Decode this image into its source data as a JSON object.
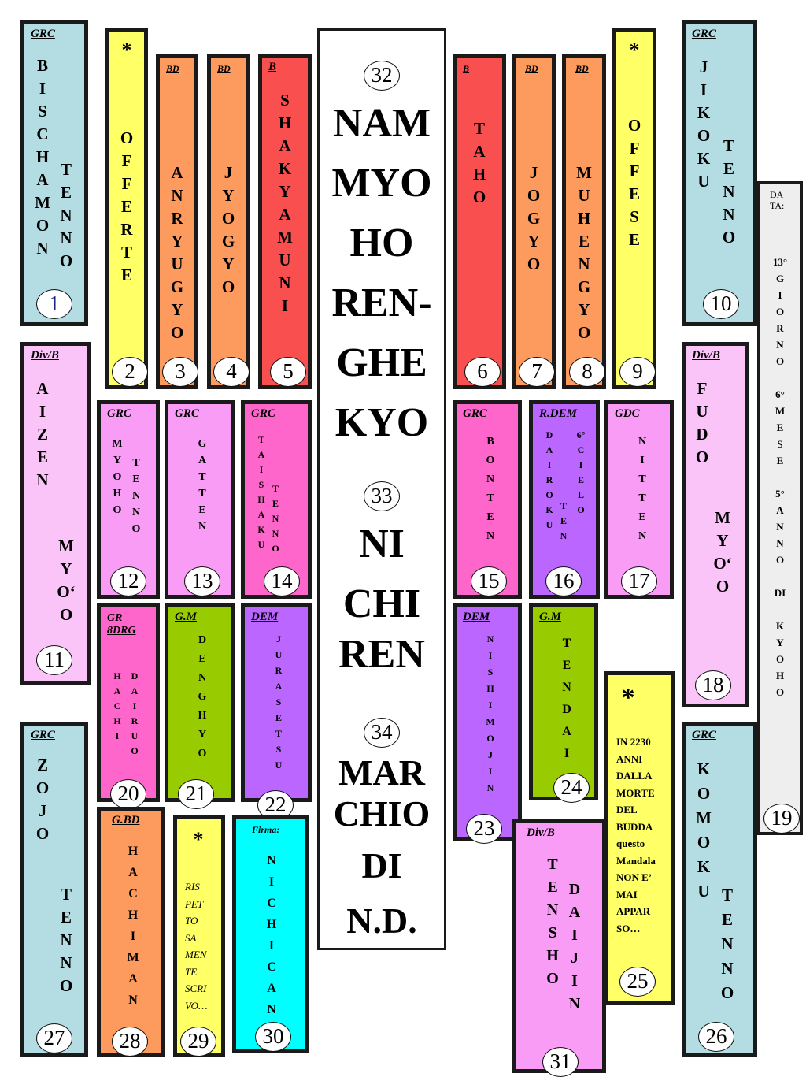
{
  "colors": {
    "light_blue": "#b4dde3",
    "yellow": "#ffff66",
    "orange": "#fd9a5e",
    "red": "#fa4f4f",
    "pink_light": "#fbc4f8",
    "pink": "#f89cf6",
    "magenta": "#ff66cc",
    "purple": "#bb66ff",
    "lime": "#99cc00",
    "cyan": "#00ffff",
    "grey": "#eeeeee",
    "white": "#ffffff"
  },
  "boxes": {
    "b1": {
      "header": "GRC",
      "col_a": "B\nI\nS\nC\nH\nA\nM\nO\nN",
      "col_b": "T\nE\nN\nN\nO",
      "num": "1"
    },
    "b2": {
      "star": "*",
      "text": "O\nF\nF\nE\nR\nT\nE",
      "num": "2"
    },
    "b3": {
      "header": "BD",
      "text": "A\nN\nR\nY\nU\nG\nY\nO",
      "num": "3"
    },
    "b4": {
      "header": "BD",
      "text": "J\nY\nO\nG\nY\nO",
      "num": "4"
    },
    "b5": {
      "header": "B",
      "text": "S\nH\nA\nK\nY\nA\nM\nU\nN\nI",
      "num": "5"
    },
    "b6": {
      "header": "B",
      "text": "T\nA\nH\nO",
      "num": "6"
    },
    "b7": {
      "header": "BD",
      "text": "J\nO\nG\nY\nO",
      "num": "7"
    },
    "b8": {
      "header": "BD",
      "text": "M\nU\nH\nE\nN\nG\nY\nO",
      "num": "8"
    },
    "b9": {
      "star": "*",
      "text": "O\nF\nF\nE\nS\nE",
      "num": "9"
    },
    "b10": {
      "header": "GRC",
      "col_a": "J\nI\nK\nO\nK\nU",
      "col_b": "T\nE\nN\nN\nO",
      "num": "10"
    },
    "b11": {
      "header": "Div/B",
      "col_a": "A\nI\nZ\nE\nN",
      "col_b": "M\nY\nO‘\nO",
      "num": "11"
    },
    "b12": {
      "header": "GRC",
      "col_a": "M\nY\nO\nH\nO",
      "col_b": "T\nE\nN\nN\nO",
      "num": "12"
    },
    "b13": {
      "header": "GRC",
      "text": "G\nA\nT\nT\nE\nN",
      "num": "13"
    },
    "b14": {
      "header": "GRC",
      "col_a": "T\nA\nI\nS\nH\nA\nK\nU",
      "col_b": "T\nE\nN\nN\nO",
      "num": "14"
    },
    "b15": {
      "header": "GRC",
      "text": "B\nO\nN\nT\nE\nN",
      "num": "15"
    },
    "b16": {
      "header": "R.DEM",
      "col_a": "D\nA\nI\nR\nO\nK\nU",
      "col_b": "T\nE\nN",
      "col_c": "6°\nC\nI\nE\nL\nO",
      "num": "16"
    },
    "b17": {
      "header": "GDC",
      "text": "N\nI\nT\nT\nE\nN",
      "num": "17"
    },
    "b18": {
      "header": "Div/B",
      "col_a": "F\nU\nD\nO",
      "col_b": "M\nY\nO‘\nO",
      "num": "18"
    },
    "b19": {
      "header": "DA\nTA:",
      "lines": "13°\nG\nI\nO\nR\nN\nO\n\n6°\nM\nE\nS\nE\n\n5°\nA\nN\nN\nO\n\nDI\n\nK\nY\nO\nH\nO",
      "num": "19"
    },
    "b20": {
      "header": "GR\n8DRG",
      "col_a": "H\nA\nC\nH\nI",
      "col_b": "D\nA\nI\nR\nU\nO",
      "num": "20"
    },
    "b21": {
      "header": "G.M",
      "text": "D\nE\nN\nG\nH\nY\nO",
      "num": "21"
    },
    "b22": {
      "header": "DEM",
      "text": "J\nU\nR\nA\nS\nE\nT\nS\nU",
      "num": "22"
    },
    "b23": {
      "header": "DEM",
      "text": "N\nI\nS\nH\nI\nM\nO\nJ\nI\nN",
      "num": "23"
    },
    "b24": {
      "header": "G.M",
      "text": "T\nE\nN\nD\nA\nI",
      "num": "24"
    },
    "b25": {
      "star": "*",
      "lines": "IN 2230\nANNI\nDALLA\nMORTE\nDEL\nBUDDA\nquesto\nMandala\nNON E’\nMAI\nAPPAR\nSO…",
      "num": "25"
    },
    "b26": {
      "header": "GRC",
      "col_a": "K\nO\nM\nO\nK\nU",
      "col_b": "T\nE\nN\nN\nO",
      "num": "26"
    },
    "b27": {
      "header": "GRC",
      "col_a": "Z\nO\nJ\nO",
      "col_b": "T\nE\nN\nN\nO",
      "num": "27"
    },
    "b28": {
      "header": "G.BD",
      "text": "H\nA\nC\nH\nI\nM\nA\nN",
      "num": "28"
    },
    "b29": {
      "star": "*",
      "lines": "RIS\nPET\nTO\nSA\nMEN\nTE\nSCRI\nVO…",
      "num": "29"
    },
    "b30": {
      "header": "Firma:",
      "text": "N\nI\nC\nH\nI\nC\nA\nN",
      "num": "30"
    },
    "b31": {
      "header": "Div/B",
      "col_a": "T\nE\nN\nS\nH\nO",
      "col_b": "D\nA\nI\nJ\nI\nN",
      "num": "31"
    }
  },
  "center": {
    "n32": "32",
    "w1": "NAM",
    "w2": "MYO",
    "w3": "HO",
    "w4": "REN-",
    "w5": "GHE",
    "w6": "KYO",
    "n33": "33",
    "w7": "NI",
    "w8": "CHI",
    "w9": "REN",
    "n34": "34",
    "w10": "MAR",
    "w11": "CHIO",
    "w12": "DI",
    "w13": "N.D."
  }
}
